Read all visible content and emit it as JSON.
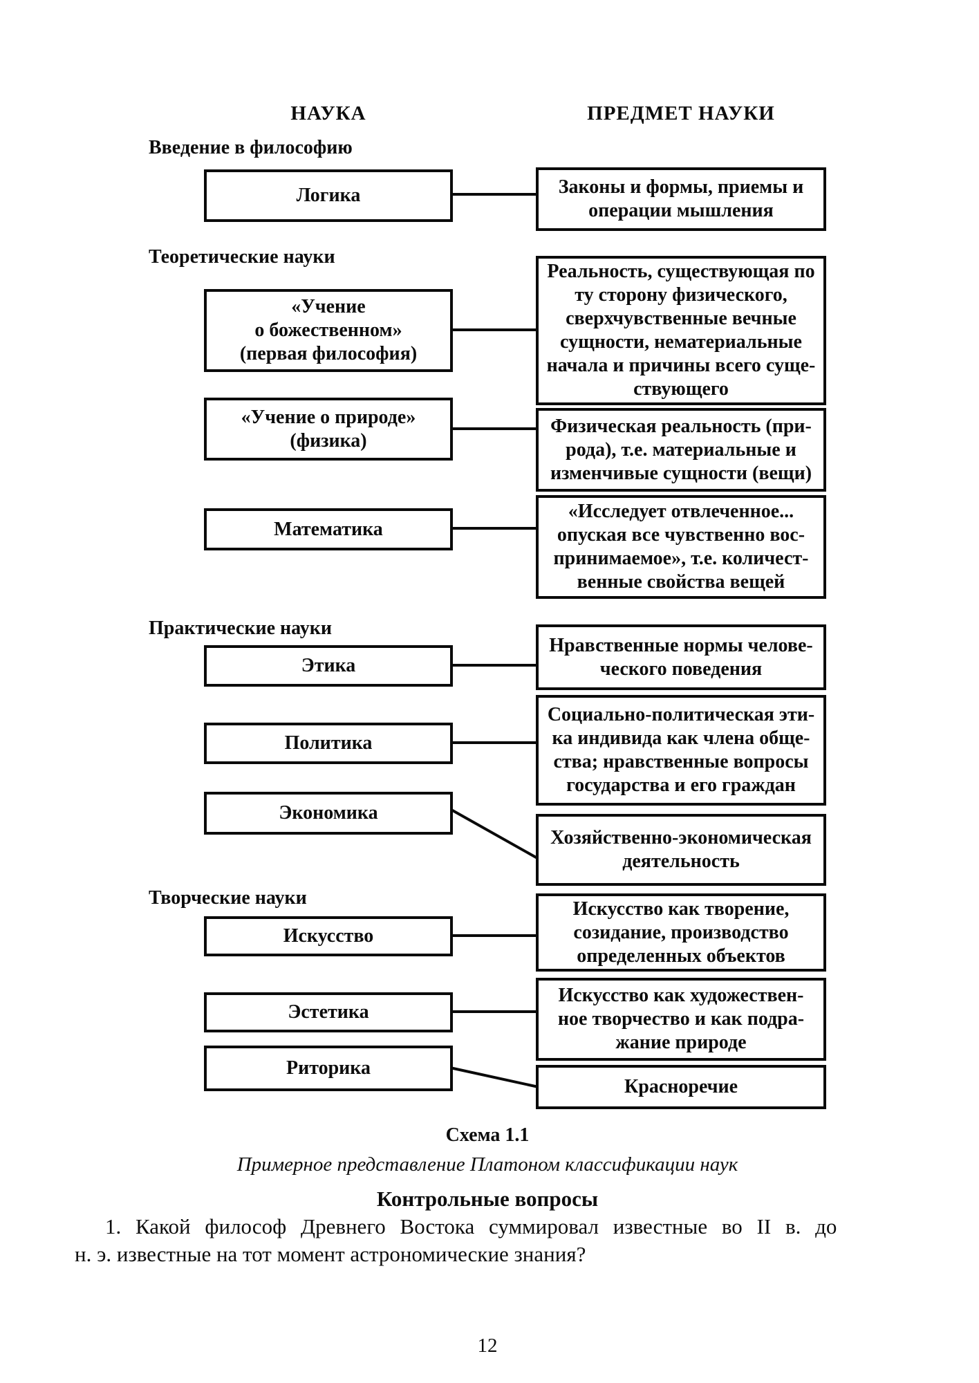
{
  "headers": {
    "left_column": "НАУКА",
    "right_column": "ПРЕДМЕТ НАУКИ"
  },
  "sections": {
    "intro": "Введение в философию",
    "theoretical": "Теоретические науки",
    "practical": "Практические науки",
    "creative": "Творческие науки"
  },
  "boxes": {
    "logic": {
      "science": "Логика",
      "subject": "Законы и формы, приемы и\nоперации мышления"
    },
    "divine": {
      "science": "«Учение\nо божественном»\n(первая философия)",
      "subject": "Реальность, существующая по\nту сторону физического,\nсверхчувственные вечные\nсущности, нематериальные\nначала и причины всего суще-\nствующего"
    },
    "nature": {
      "science": "«Учение о природе»\n(физика)",
      "subject": "Физическая реальность (при-\nрода), т.е. материальные и\nизменчивые сущности (вещи)"
    },
    "math": {
      "science": "Математика",
      "subject": "«Исследует отвлеченное...\nопуская все чувственно вос-\nпринимаемое», т.е. количест-\nвенные свойства вещей"
    },
    "ethics": {
      "science": "Этика",
      "subject": "Нравственные нормы челове-\nческого поведения"
    },
    "politics": {
      "science": "Политика",
      "subject": "Социально-политическая эти-\nка индивида как члена обще-\nства; нравственные вопросы\nгосударства и его граждан"
    },
    "economics": {
      "science": "Экономика",
      "subject": "Хозяйственно-экономическая\nдеятельность"
    },
    "art": {
      "science": "Искусство",
      "subject": "Искусство как творение,\nсозидание, производство\nопределенных объектов"
    },
    "aesthetics": {
      "science": "Эстетика",
      "subject": "Искусство как художествен-\nное творчество и как подра-\nжание природе"
    },
    "rhetoric": {
      "science": "Риторика",
      "subject": "Красноречие"
    }
  },
  "caption": {
    "schema_label": "Схема 1.1",
    "schema_title": "Примерное представление Платоном классификации наук"
  },
  "questions": {
    "heading": "Контрольные вопросы",
    "q1_line1": "1. Какой философ Древнего Востока суммировал известные во II в. до",
    "q1_line2": "н. э. известные на тот момент астрономические знания?"
  },
  "page": {
    "number": "12"
  }
}
